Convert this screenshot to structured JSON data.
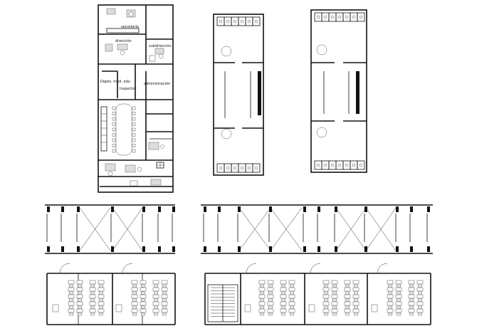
{
  "plan_labels": {
    "secretaria": "secretaría",
    "direccion": "dirección",
    "subdireccion": "subdirección",
    "depto_medico": "Depto. méd. edu",
    "inspector": "Inspector",
    "admin": "administración"
  }
}
